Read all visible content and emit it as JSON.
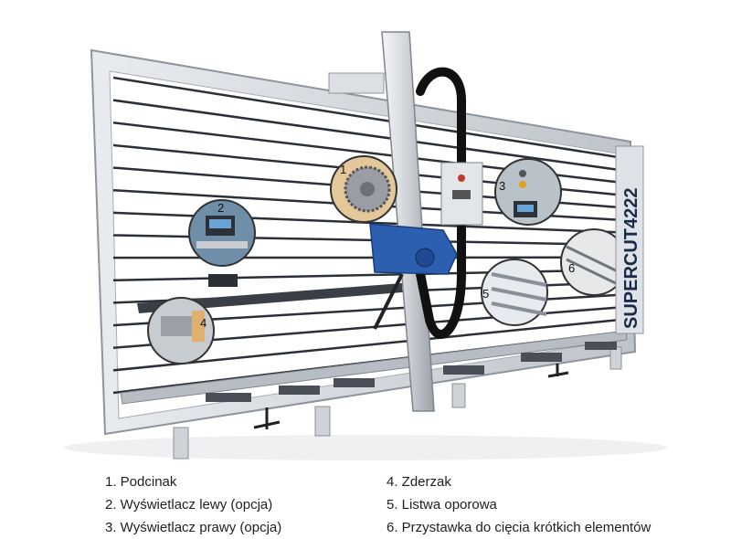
{
  "brand_label": "SUPERCUT4222",
  "callouts": [
    {
      "number": "1",
      "subject": "saw-blade"
    },
    {
      "number": "2",
      "subject": "display-left"
    },
    {
      "number": "3",
      "subject": "display-right"
    },
    {
      "number": "4",
      "subject": "stop"
    },
    {
      "number": "5",
      "subject": "support-rail"
    },
    {
      "number": "6",
      "subject": "short-cut-attachment"
    }
  ],
  "legend": {
    "left": [
      "1. Podcinak",
      "2. Wyświetlacz lewy (opcja)",
      "3. Wyświetlacz prawy (opcja)"
    ],
    "right": [
      "4. Zderzak",
      "5. Listwa oporowa",
      "6. Przystawka do cięcia krótkich elementów"
    ]
  },
  "colors": {
    "frame": "#c9cdd2",
    "slat": "#2b2f36",
    "motor": "#2c5fb0",
    "hose": "#111111",
    "brand_text": "#1a2a4a"
  }
}
